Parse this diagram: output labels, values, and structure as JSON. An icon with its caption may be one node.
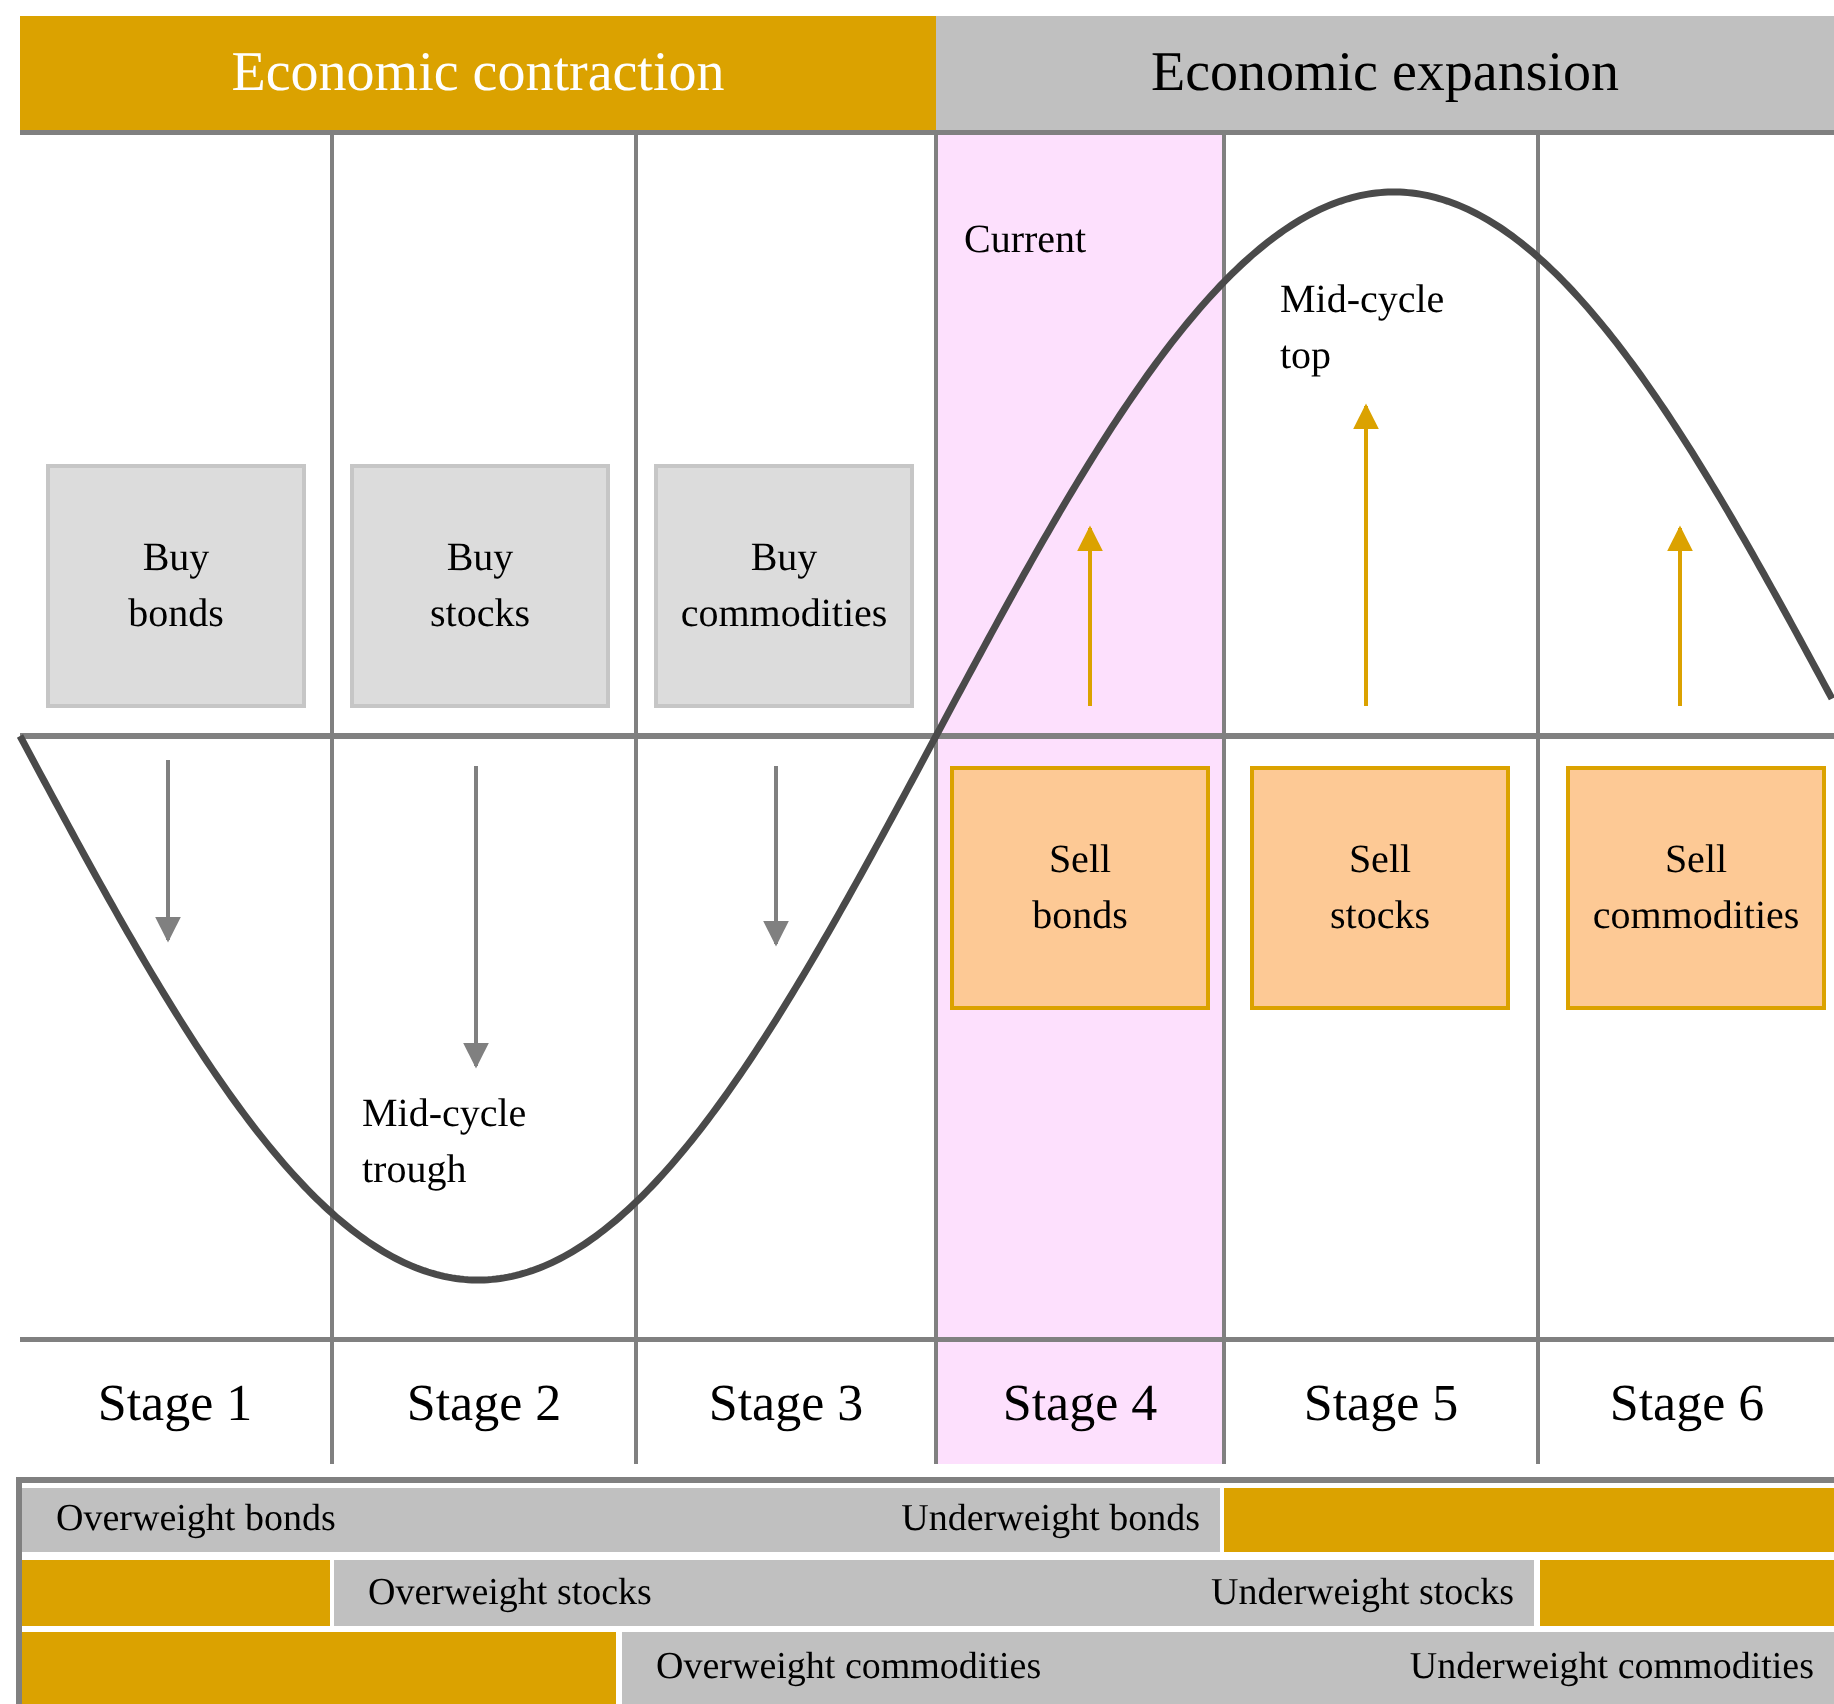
{
  "diagram": {
    "nodes": [
      {
        "text": [
          "Economic contraction"
        ]
      },
      {
        "text": [
          "Economic expansion"
        ]
      },
      {
        "text": [
          "Buy bonds"
        ]
      },
      {
        "text": [
          "Buy stocks"
        ]
      },
      {
        "text": [
          "Buy commodities"
        ]
      },
      {
        "text": [
          "Sell bonds"
        ]
      },
      {
        "text": [
          "Sell stocks"
        ]
      },
      {
        "text": [
          "Sell commodities"
        ]
      },
      {
        "text": [
          "Stage 1"
        ]
      },
      {
        "text": [
          "Stage 2"
        ]
      },
      {
        "text": [
          "Stage 3"
        ]
      },
      {
        "text": [
          "Stage 4"
        ]
      },
      {
        "text": [
          "Stage 5"
        ]
      },
      {
        "text": [
          "Stage 6"
        ]
      },
      {
        "text": [
          "Overweight bonds",
          "Underweight bonds"
        ]
      },
      {
        "text": [],
        "shape": "bar"
      },
      {
        "text": [],
        "shape": "bar"
      },
      {
        "text": [
          "Overweight stocks",
          "Underweight stocks"
        ]
      },
      {
        "text": [],
        "shape": "bar"
      },
      {
        "text": [],
        "shape": "bar"
      },
      {
        "text": [
          "Overweight commodities",
          "Underweight commodities"
        ]
      }
    ],
    "labels": [
      "Current",
      "Mid-cycle top",
      "Mid-cycle trough"
    ]
  }
}
